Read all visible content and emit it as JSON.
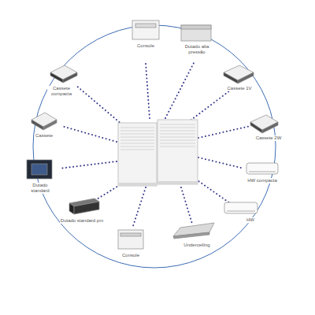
{
  "diagram": {
    "labels": [
      "Console",
      "Dutado alta pressão",
      "Cassete 1V",
      "Cassete 2W",
      "HW compacta",
      "HW",
      "Underceiling",
      "Console",
      "Dutado standard pm",
      "Dutado standard",
      "Cassete",
      "Cassete compacta"
    ]
  }
}
